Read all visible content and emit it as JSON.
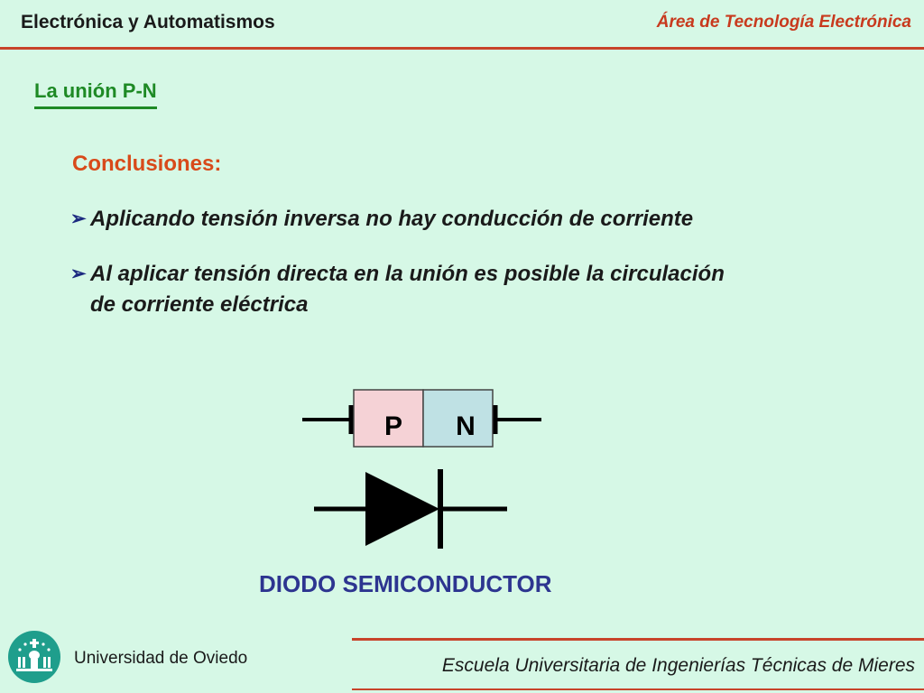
{
  "header": {
    "course": "Electrónica y Automatismos",
    "department": "Área de Tecnología Electrónica"
  },
  "section_title": "La unión P-N",
  "conclusions": {
    "heading": "Conclusiones:",
    "bullets": [
      {
        "line1": "Aplicando tensión inversa no hay conducción de corriente"
      },
      {
        "line1": "Al aplicar tensión directa en la unión es posible la circulación",
        "line2": "de corriente eléctrica"
      }
    ]
  },
  "diagram": {
    "p_label": "P",
    "n_label": "N",
    "caption": "DIODO SEMICONDUCTOR",
    "colors": {
      "p_region": "#f5d2d6",
      "n_region": "#bfe1e4",
      "symbol": "#000000"
    }
  },
  "footer": {
    "university": "Universidad de Oviedo",
    "school": "Escuela Universitaria de Ingenierías Técnicas de Mieres"
  }
}
